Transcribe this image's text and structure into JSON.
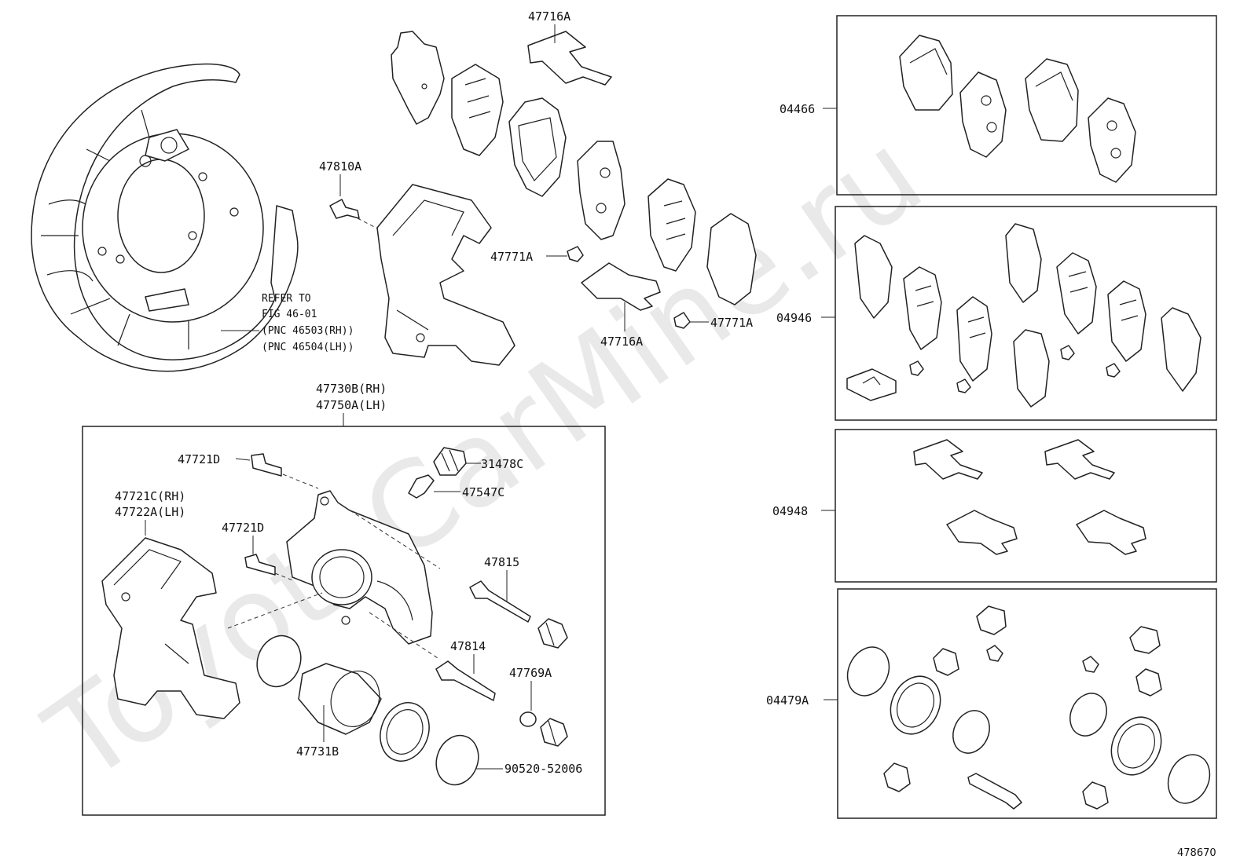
{
  "watermark": "ToyotaCarMine.ru",
  "figure_id": "478670",
  "refer_note": {
    "line1": "REFER TO",
    "line2": "FIG 46-01",
    "line3": "(PNC 46503(RH))",
    "line4": "(PNC 46504(LH))"
  },
  "labels": {
    "p47716A_top": "47716A",
    "p47810A": "47810A",
    "p47771A_left": "47771A",
    "p47771A_right": "47771A",
    "p47716A_mid": "47716A",
    "p47730B": "47730B(RH)",
    "p47750A": "47750A(LH)",
    "p47721D_top": "47721D",
    "p31478C": "31478C",
    "p47547C": "47547C",
    "p47721C": "47721C(RH)",
    "p47722A": "47722A(LH)",
    "p47721D_mid": "47721D",
    "p47815": "47815",
    "p47814": "47814",
    "p47769A": "47769A",
    "p47731B": "47731B",
    "p90520": "90520-52006",
    "k04466": "04466",
    "k04946": "04946",
    "k04948": "04948",
    "k04479A": "04479A"
  }
}
